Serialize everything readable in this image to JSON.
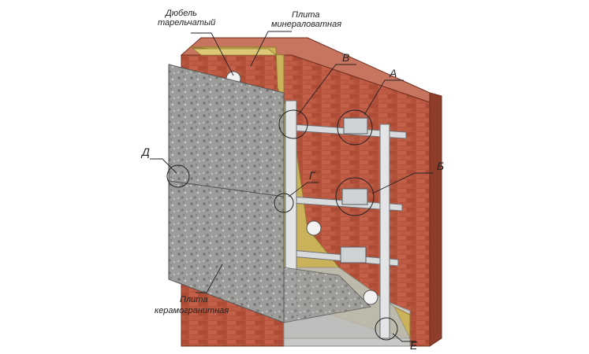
{
  "labels": {
    "dowel_line1": "Дюбель",
    "dowel_line2": "тарельчатый",
    "mineral_line1": "Плита",
    "mineral_line2": "минераловатная",
    "ceramic_line1": "Плита",
    "ceramic_line2": "керамогранитная",
    "letter_a": "А",
    "letter_b": "Б",
    "letter_v": "В",
    "letter_g": "Г",
    "letter_d": "Д",
    "letter_e": "Е"
  },
  "colors": {
    "brick": "#b5533c",
    "brick_mortar": "#e8d6cc",
    "insulation": "#c9b25a",
    "granite": "#9a9a98",
    "metal": "#d8dadc",
    "concrete": "#c8c8c6"
  }
}
